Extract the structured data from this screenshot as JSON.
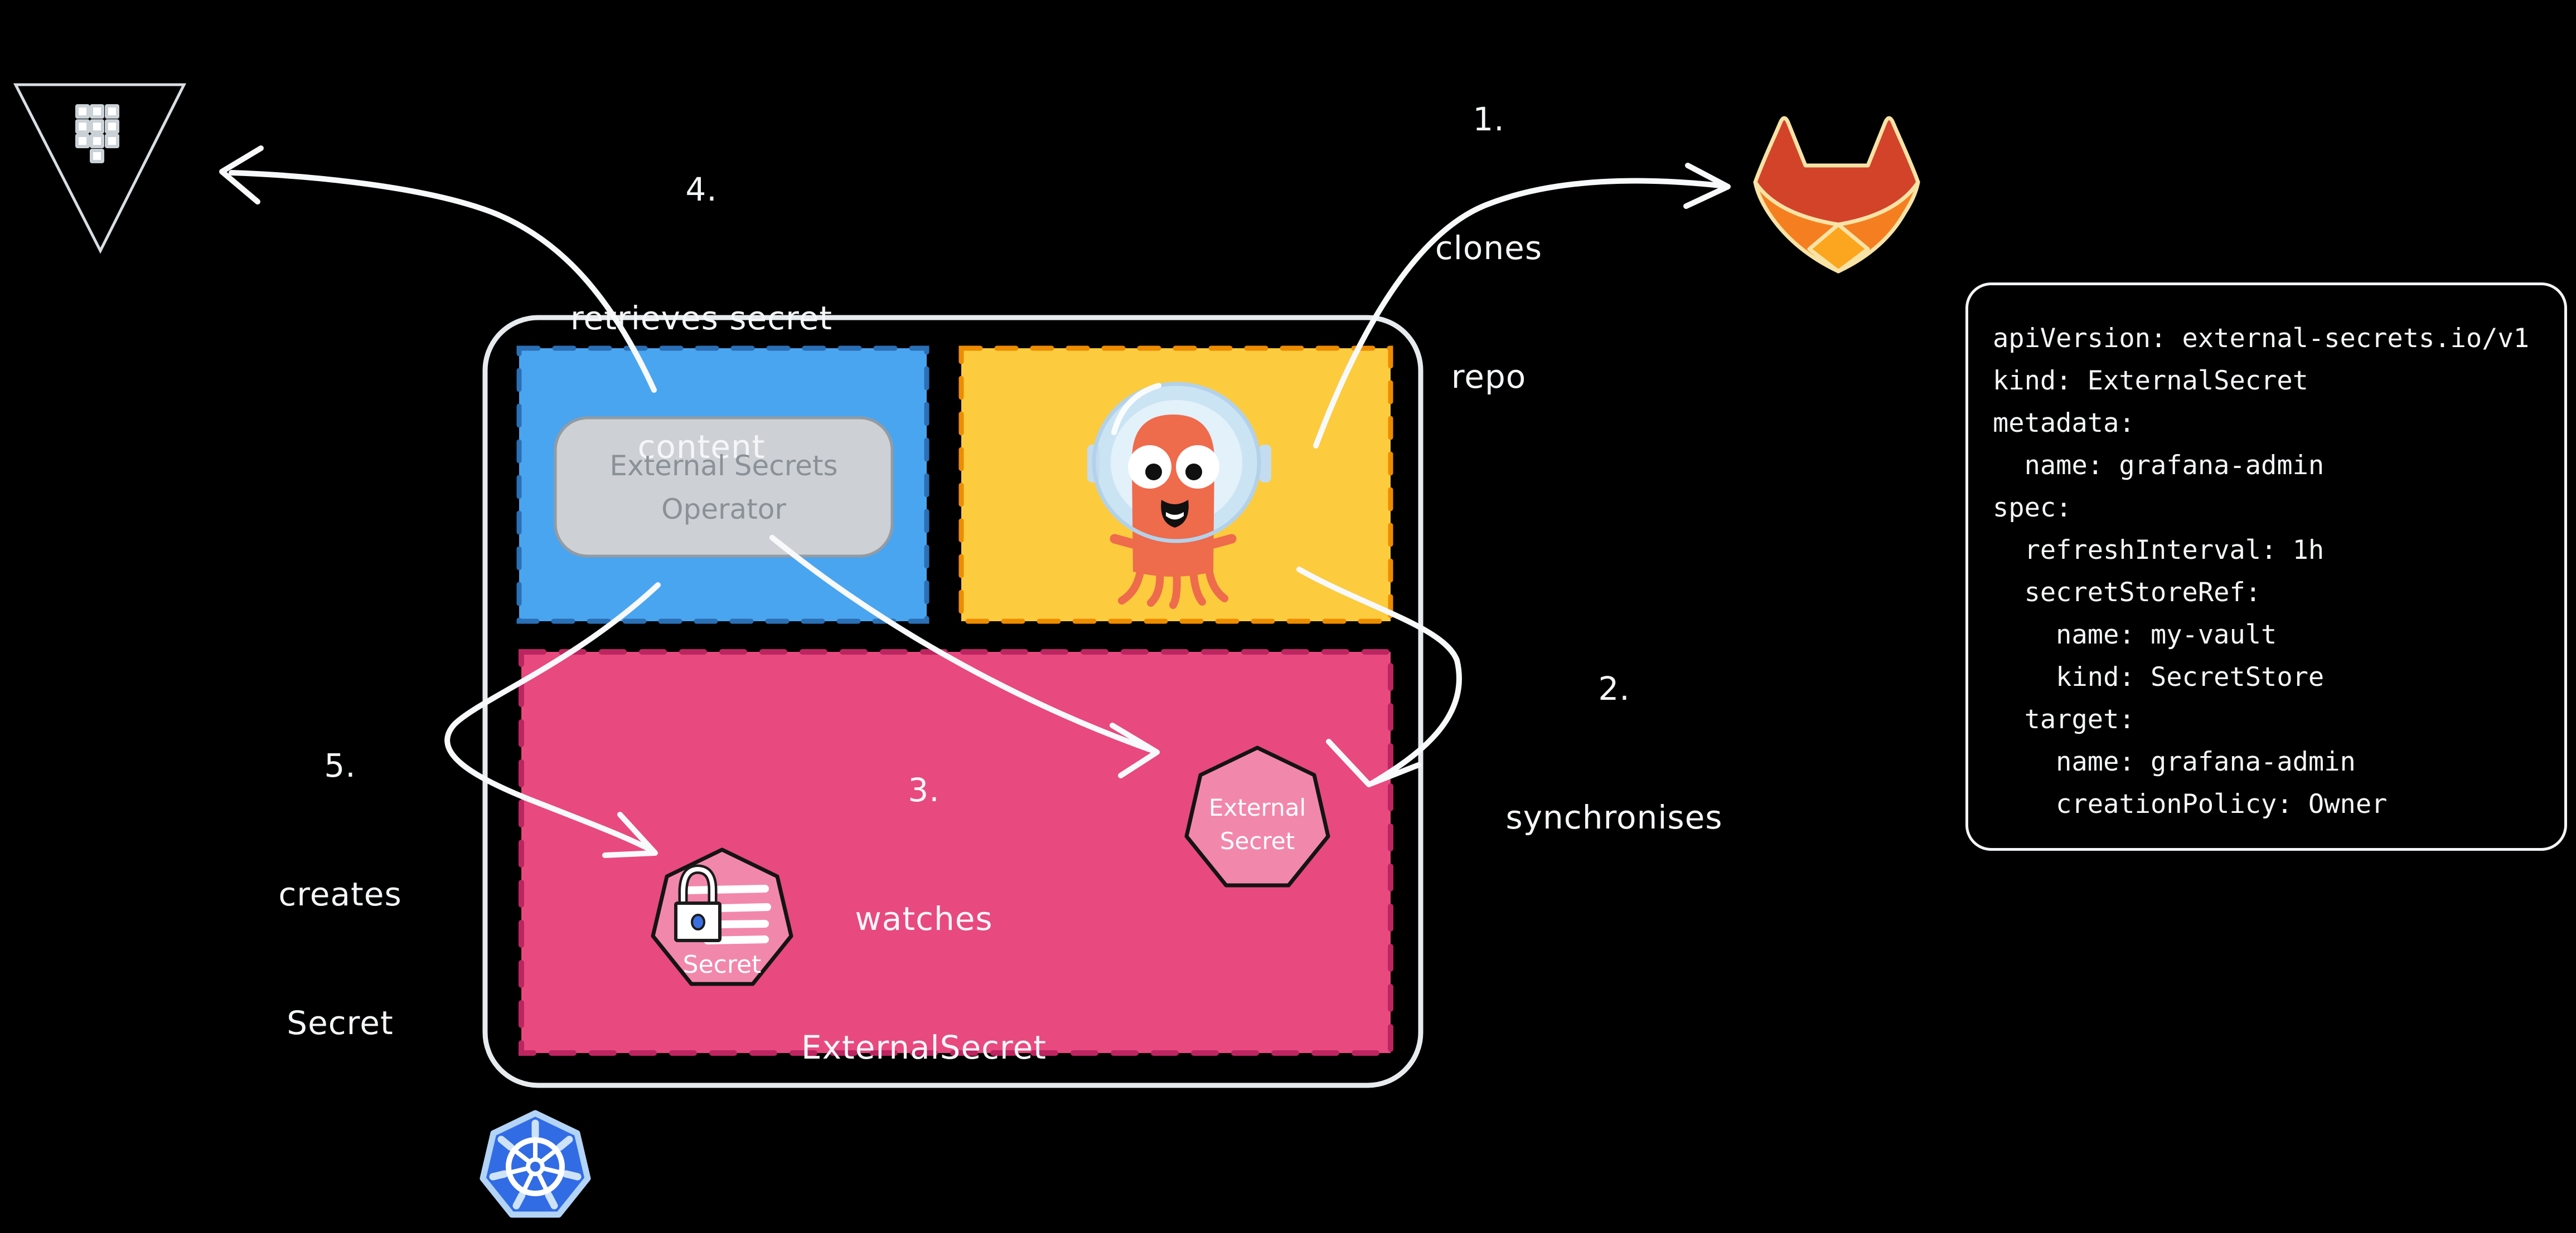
{
  "steps": [
    {
      "lines": [
        "1.",
        "clones",
        "repo"
      ]
    },
    {
      "lines": [
        "2.",
        "synchronises"
      ]
    },
    {
      "lines": [
        "3.",
        "watches",
        "ExternalSecret"
      ]
    },
    {
      "lines": [
        "4.",
        "retrieves secret",
        "content"
      ]
    },
    {
      "lines": [
        "5.",
        "creates",
        "Secret"
      ]
    }
  ],
  "operator_box": {
    "lines": [
      "External Secrets",
      "Operator"
    ]
  },
  "external_secret_node": {
    "lines": [
      "External",
      "Secret"
    ]
  },
  "secret_node": {
    "label": "Secret"
  },
  "yaml_snippet": {
    "lines": [
      "apiVersion: external-secrets.io/v1",
      "kind: ExternalSecret",
      "metadata:",
      "  name: grafana-admin",
      "spec:",
      "  refreshInterval: 1h",
      "  secretStoreRef:",
      "    name: my-vault",
      "    kind: SecretStore",
      "  target:",
      "    name: grafana-admin",
      "    creationPolicy: Owner"
    ]
  },
  "icons": {
    "vault": "vault-icon",
    "gitlab": "gitlab-icon",
    "argocd": "argocd-mascot-icon",
    "kubernetes": "kubernetes-icon",
    "lock": "lock-icon"
  },
  "colors": {
    "background": "#000000",
    "cluster_border": "#E8EBEE",
    "blue_box_fill": "#4AA5F0",
    "blue_box_border": "#2B6FB5",
    "yellow_box_fill": "#FCCB3E",
    "yellow_box_border": "#EE8C00",
    "pink_box_fill": "#E8497E",
    "pink_box_border": "#BC2560",
    "heptagon_fill": "#F287AC",
    "operator_pill_fill": "#CDD1D6",
    "operator_text": "#8A9197",
    "kubernetes_blue": "#326CE5",
    "gitlab_red": "#D2432A",
    "gitlab_orange": "#F57F20",
    "gitlab_yellow": "#FCA61F",
    "argo_orange": "#EE6B4C",
    "helmet_blue": "#CBE4F4",
    "keyhole_blue": "#3B6FE0",
    "arrow_white": "#F7F9FA"
  }
}
